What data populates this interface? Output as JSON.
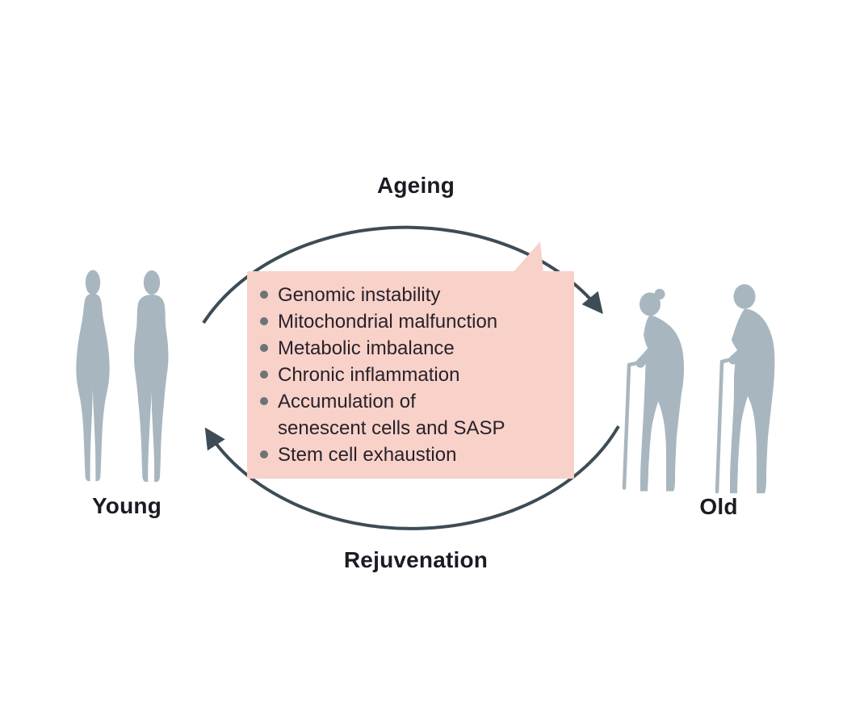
{
  "labels": {
    "ageing": "Ageing",
    "rejuvenation": "Rejuvenation",
    "young": "Young",
    "old": "Old"
  },
  "bubble": {
    "items": [
      "Genomic instability",
      "Mitochondrial malfunction",
      "Metabolic imbalance",
      "Chronic inflammation",
      "Accumulation of\nsenescent cells and SASP",
      "Stem cell exhaustion"
    ]
  },
  "icons": {
    "top_arrow": "curved-arrow-clockwise",
    "bottom_arrow": "curved-arrow-counterclockwise",
    "bullet": "dot-icon",
    "figures": [
      "young-woman",
      "young-man",
      "old-woman-with-cane",
      "old-man-with-cane"
    ]
  },
  "colors": {
    "silhouette": "#a8b6bf",
    "arrow": "#3d4c55",
    "bubble_bg": "#f8d1c9",
    "bullet": "#6d7478",
    "text": "#27222a",
    "label_text": "#1b1b24",
    "background": "#ffffff"
  }
}
